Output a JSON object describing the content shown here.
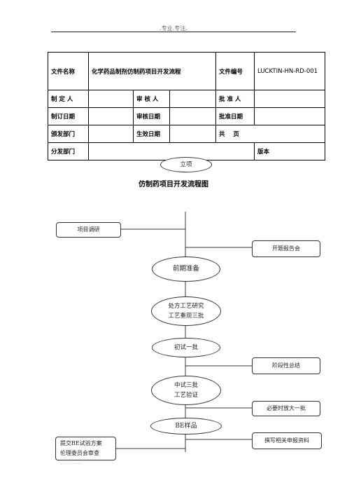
{
  "header": {
    "text": ".专业.专注."
  },
  "meta_table": {
    "file_name_label": "文件名称",
    "file_name_value": "化学药品制剂仿制药项目开发流程",
    "file_no_label": "文件编号",
    "file_no_value": "LUCKTIN-HN-RD-001",
    "drafter_label": "制 定 人",
    "reviewer_label": "审 核 人",
    "approver_label": "批 准 人",
    "draft_date_label": "制订日期",
    "review_date_label": "审核日期",
    "approve_date_label": "批准日期",
    "issue_dept_label": "颁发部门",
    "effective_date_label": "生效日期",
    "total_pages_label": "共    页",
    "distribution_dept_label": "分发部门",
    "version_label": "版本"
  },
  "flowchart": {
    "start_node": "立项",
    "title": "仿制药项目开发流程图",
    "left_nodes": {
      "research": "项目调研",
      "submit_be_line1": "提交BE试验方案",
      "submit_be_line2": "伦理委员会审查"
    },
    "right_nodes": {
      "kickoff": "开题报告会",
      "stage_summary": "阶段性总结",
      "scale_up": "必要时放大一批",
      "write_docs": "撰写相关申报资料"
    },
    "main_nodes": {
      "preparation": "前期准备",
      "formula_line1": "处方工艺研究",
      "formula_line2": "工艺重现三批",
      "pilot_trial": "初试一批",
      "mid_line1": "中试三批",
      "mid_line2": "工艺验证",
      "be_sample": "BE样品"
    },
    "cut_off_text": "· · · · · · · ·"
  }
}
